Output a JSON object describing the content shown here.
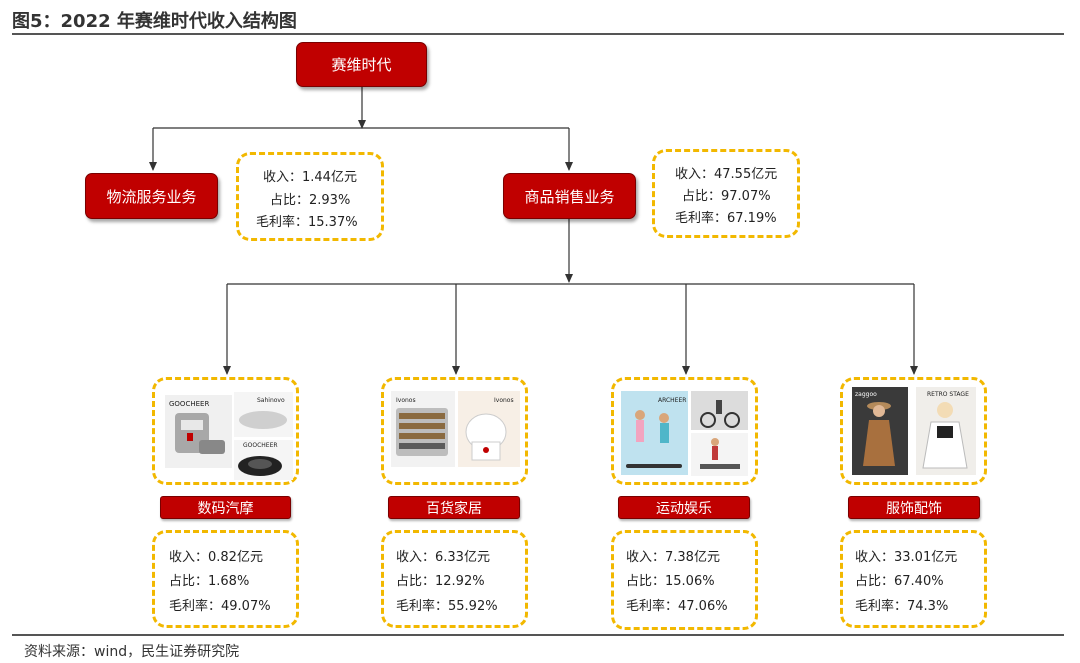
{
  "title": "图5：2022 年赛维时代收入结构图",
  "source": "资料来源：wind，民生证券研究院",
  "colors": {
    "node": "#c00000",
    "dash": "#f2b800",
    "line": "#333333"
  },
  "root": {
    "label": "赛维时代"
  },
  "logistics": {
    "label": "物流服务业务",
    "stats": {
      "revenue": "收入：1.44亿元",
      "share": "占比：2.93%",
      "margin": "毛利率：15.37%"
    }
  },
  "goods": {
    "label": "商品销售业务",
    "stats": {
      "revenue": "收入：47.55亿元",
      "share": "占比：97.07%",
      "margin": "毛利率：67.19%"
    }
  },
  "categories": [
    {
      "label": "数码汽摩",
      "revenue": "收入：0.82亿元",
      "share": "占比：1.68%",
      "margin": "毛利率：49.07%",
      "brand": "GOOCHEER"
    },
    {
      "label": "百货家居",
      "revenue": "收入：6.33亿元",
      "share": "占比：12.92%",
      "margin": "毛利率：55.92%",
      "brand": "Ivonos"
    },
    {
      "label": "运动娱乐",
      "revenue": "收入：7.38亿元",
      "share": "占比：15.06%",
      "margin": "毛利率：47.06%",
      "brand": "ARCHEER"
    },
    {
      "label": "服饰配饰",
      "revenue": "收入：33.01亿元",
      "share": "占比：67.40%",
      "margin": "毛利率：74.3%",
      "brand": "RETRO STAGE"
    }
  ]
}
